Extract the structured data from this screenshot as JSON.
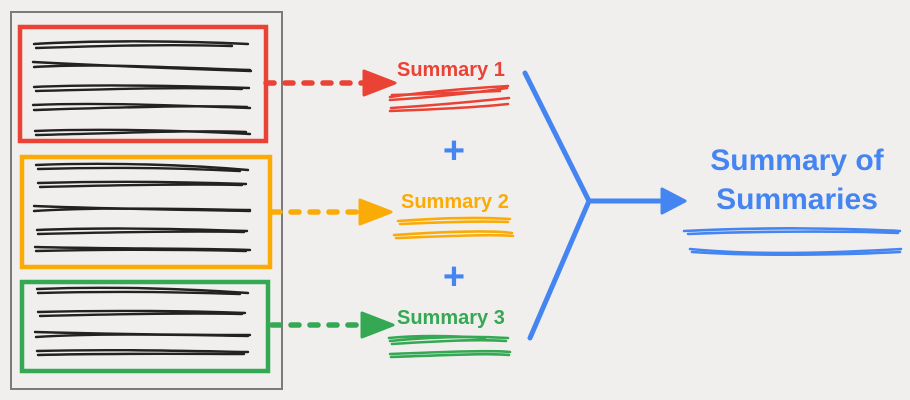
{
  "colors": {
    "background": "#f0efee",
    "document-border": "#7b7b7b",
    "ink": "#222222",
    "red": "#ea4335",
    "orange": "#fbab05",
    "green": "#34a853",
    "blue": "#4585f1"
  },
  "document": {
    "sections": [
      {
        "name": "section-1",
        "color_name": "red",
        "text_line_count": 5
      },
      {
        "name": "section-2",
        "color_name": "orange",
        "text_line_count": 5
      },
      {
        "name": "section-3",
        "color_name": "green",
        "text_line_count": 4
      }
    ]
  },
  "labels": {
    "summary_1": "Summary 1",
    "summary_2": "Summary 2",
    "summary_3": "Summary 3",
    "plus": "+",
    "result": "Summary of Summaries"
  }
}
